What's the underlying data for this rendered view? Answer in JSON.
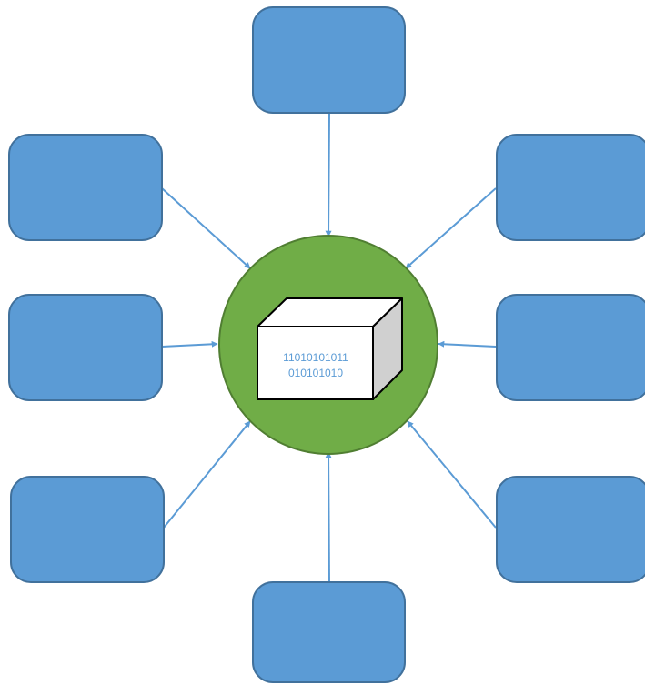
{
  "diagram": {
    "colors": {
      "node_fill": "#5b9bd5",
      "node_stroke": "#41719c",
      "arrow": "#5b9bd5",
      "hub_fill": "#70ad47",
      "hub_stroke": "#507e32",
      "cube_side": "#d0d0d0",
      "cube_text": "#5b9bd5"
    },
    "hub": {
      "icon": "data-cube-icon",
      "binary_line_1": "11010101011",
      "binary_line_2": "010101010"
    },
    "nodes": [
      {
        "id": "top",
        "label": ""
      },
      {
        "id": "upper-left",
        "label": ""
      },
      {
        "id": "upper-right",
        "label": ""
      },
      {
        "id": "middle-left",
        "label": ""
      },
      {
        "id": "middle-right",
        "label": ""
      },
      {
        "id": "lower-left",
        "label": ""
      },
      {
        "id": "lower-right",
        "label": ""
      },
      {
        "id": "bottom",
        "label": ""
      }
    ],
    "edges": [
      {
        "from": "top",
        "to": "hub"
      },
      {
        "from": "upper-left",
        "to": "hub"
      },
      {
        "from": "upper-right",
        "to": "hub"
      },
      {
        "from": "middle-left",
        "to": "hub"
      },
      {
        "from": "middle-right",
        "to": "hub"
      },
      {
        "from": "lower-left",
        "to": "hub"
      },
      {
        "from": "lower-right",
        "to": "hub"
      },
      {
        "from": "bottom",
        "to": "hub"
      }
    ]
  }
}
